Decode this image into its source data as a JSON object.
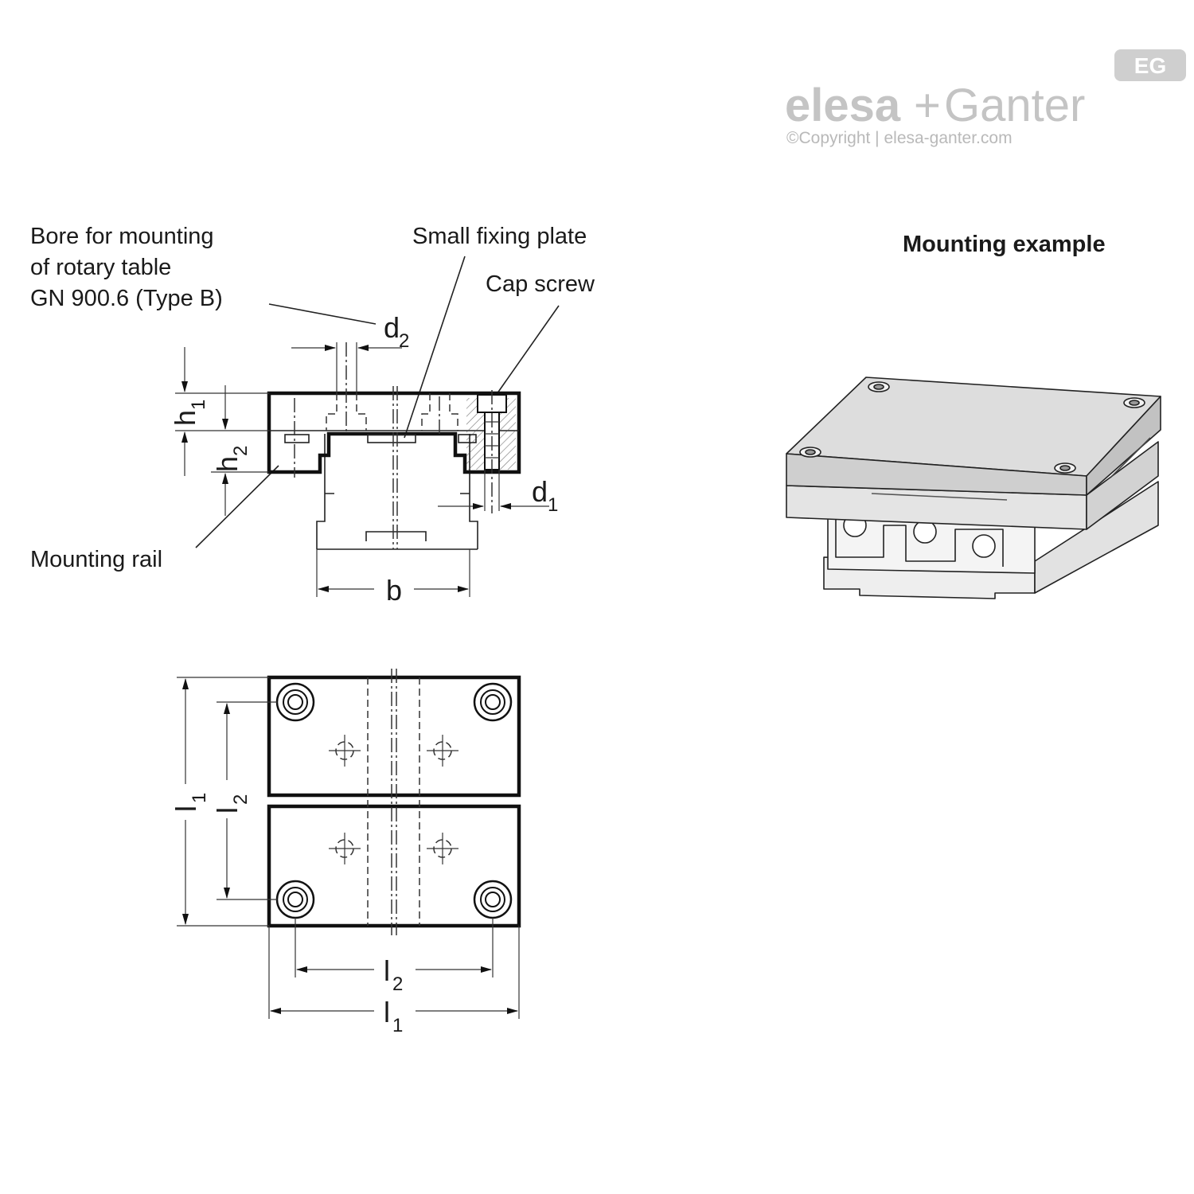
{
  "brand": {
    "badge": "EG",
    "name_left": "elesa",
    "plus": "+",
    "name_right": "Ganter",
    "copyright": "©Copyright | elesa-ganter.com"
  },
  "labels": {
    "bore_line1": "Bore for mounting",
    "bore_line2": "of rotary table",
    "bore_line3": "GN 900.6 (Type B)",
    "small_fixing_plate": "Small fixing plate",
    "cap_screw": "Cap screw",
    "mounting_rail": "Mounting rail",
    "mounting_example": "Mounting example"
  },
  "dimensions": {
    "d": "d",
    "h": "h",
    "b": "b",
    "l": "l",
    "sub1": "1",
    "sub2": "2"
  }
}
